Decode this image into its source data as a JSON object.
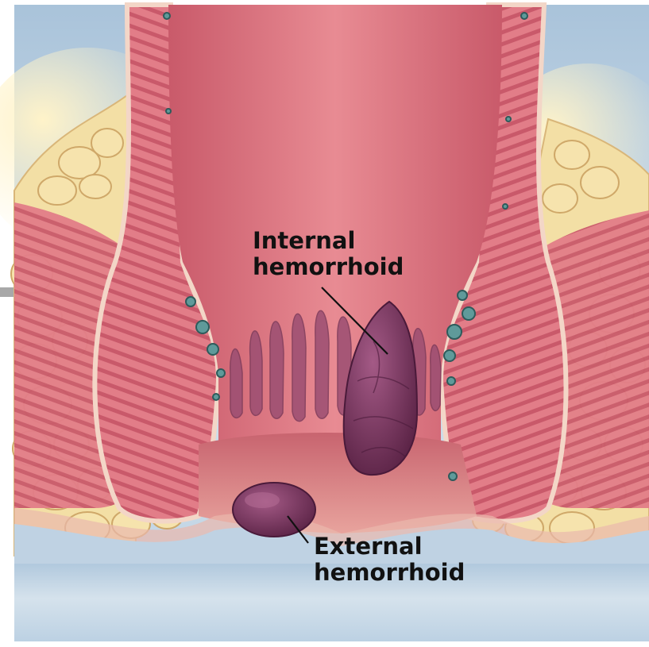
{
  "labels": {
    "internal": {
      "line1": "Internal",
      "line2": "hemorrhoid"
    },
    "external": {
      "line1": "External",
      "line2": "hemorrhoid"
    }
  },
  "colors": {
    "background_sky": "#b9cfe1",
    "mucosa": "#d96f7c",
    "muscle": "#e37a86",
    "fat": "#f1dca0",
    "hemorrhoid": "#7a3660",
    "skin": "#e3a39b"
  }
}
